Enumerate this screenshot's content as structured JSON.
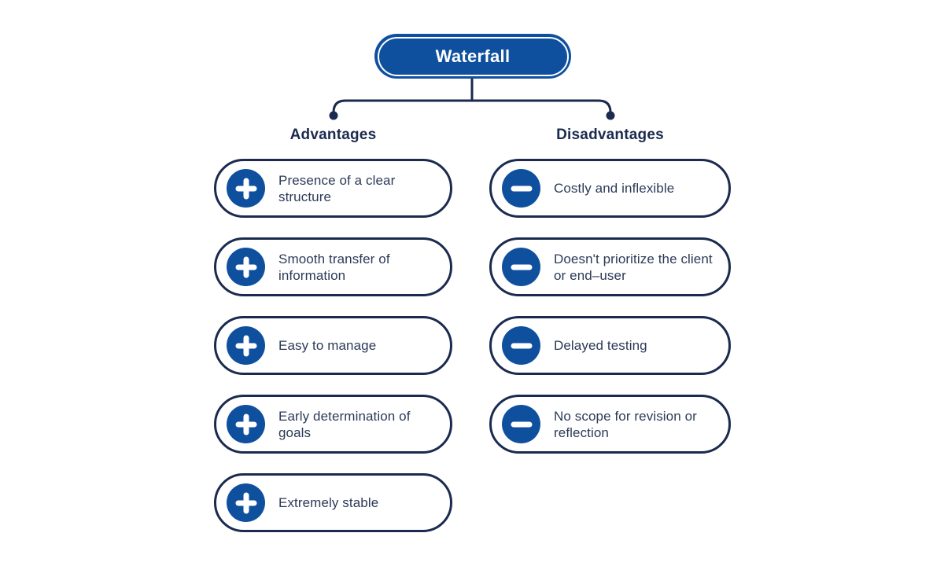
{
  "root": {
    "label": "Waterfall"
  },
  "columns": [
    {
      "heading": "Advantages",
      "icon": "plus",
      "items": [
        "Presence of a clear structure",
        "Smooth transfer of information",
        "Easy to manage",
        "Early determination of goals",
        "Extremely stable"
      ]
    },
    {
      "heading": "Disadvantages",
      "icon": "minus",
      "items": [
        "Costly and inflexible",
        "Doesn't prioritize the client or end–user",
        "Delayed testing",
        "No scope for revision or reflection"
      ]
    }
  ],
  "colors": {
    "blue": "#0F509E",
    "navy": "#1B2A4E",
    "text": "#2C3A57",
    "bg": "#FFFFFF"
  }
}
